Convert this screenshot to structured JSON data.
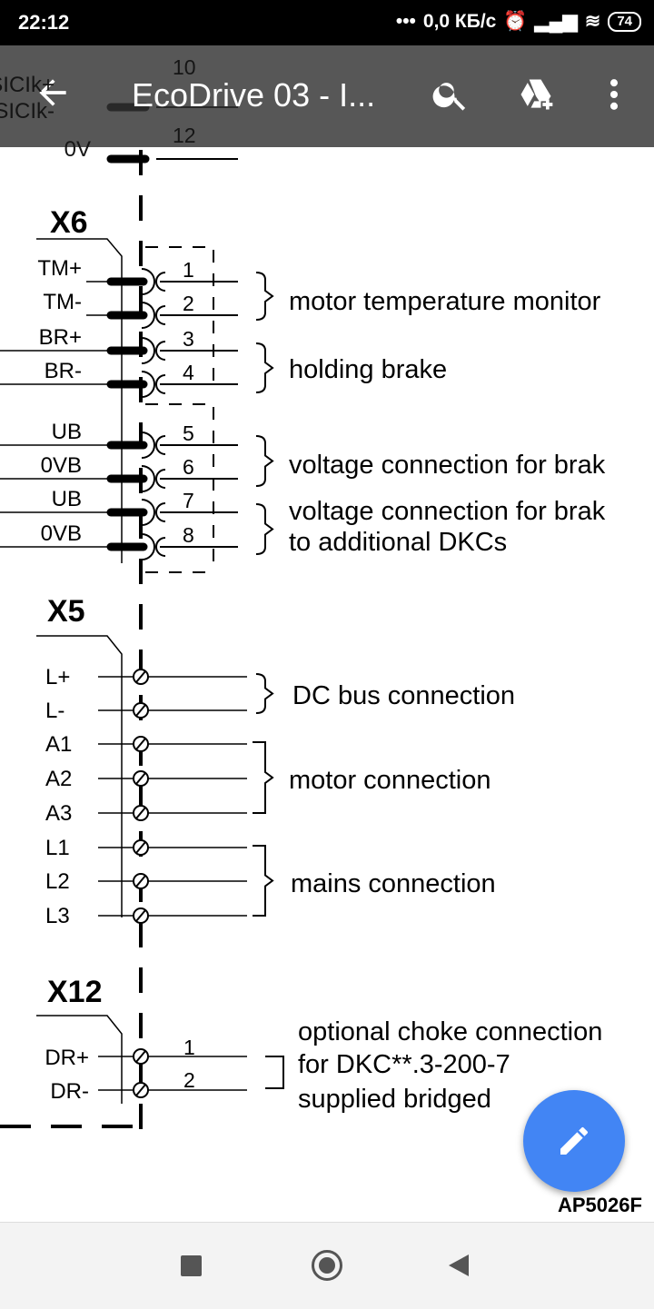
{
  "status_bar": {
    "time": "22:12",
    "dots": "•••",
    "net_speed": "0,0 КБ/с",
    "battery": "74"
  },
  "toolbar": {
    "title": "EcoDrive 03 - I...",
    "icons": [
      "back-arrow-icon",
      "search-icon",
      "drive-add-icon",
      "more-vert-icon"
    ]
  },
  "diagram": {
    "top_partial": {
      "labels": [
        "0V",
        "SICIk+",
        "SICIk-",
        "0V"
      ],
      "pins": [
        "10",
        "12"
      ]
    },
    "x6": {
      "title": "X6",
      "labels": [
        "TM+",
        "TM-",
        "BR+",
        "BR-",
        "UB",
        "0VB",
        "UB",
        "0VB"
      ],
      "pins": [
        "1",
        "2",
        "3",
        "4",
        "5",
        "6",
        "7",
        "8"
      ],
      "desc": [
        "motor temperature monitor",
        "holding brake",
        "voltage connection for brak",
        "voltage connection for brak",
        "to additional DKCs"
      ]
    },
    "x5": {
      "title": "X5",
      "labels": [
        "L+",
        "L-",
        "A1",
        "A2",
        "A3",
        "L1",
        "L2",
        "L3"
      ],
      "desc": [
        "DC bus connection",
        "motor connection",
        "mains connection"
      ]
    },
    "x12": {
      "title": "X12",
      "labels": [
        "DR+",
        "DR-"
      ],
      "pins": [
        "1",
        "2"
      ],
      "desc": [
        "optional choke connection",
        "for DKC**.3-200-7",
        "supplied bridged"
      ]
    },
    "figure_id": "AP5026F"
  },
  "fab": {
    "icon": "edit-pencil-icon",
    "color": "#4285f4"
  },
  "nav_bar": {
    "icons": [
      "recents-square-icon",
      "home-circle-icon",
      "back-triangle-icon"
    ]
  }
}
